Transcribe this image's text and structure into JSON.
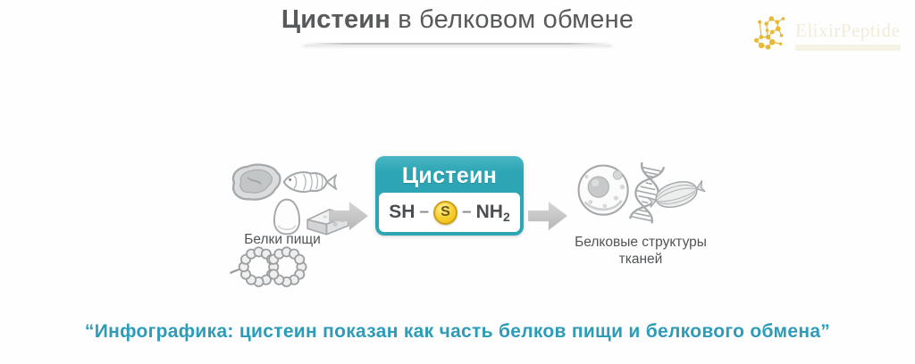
{
  "header": {
    "title_primary": "Цистеин",
    "title_secondary": " в белковом обмене"
  },
  "logo": {
    "brand": "ElixirPeptide",
    "icon": "molecule-icon"
  },
  "diagram": {
    "source": {
      "label": "Белки пищи",
      "icons": [
        "steak-icon",
        "fish-icon",
        "egg-icon",
        "cheese-icon",
        "protein-chain-icon"
      ]
    },
    "flow": {
      "arrow_icon": "right-arrow-icon"
    },
    "molecule": {
      "title": "Цистеин",
      "formula": {
        "left_group": "SH",
        "bond": "–",
        "sulfur": "S",
        "right_group": "NH",
        "right_subscript": "2"
      }
    },
    "target": {
      "label": "Белковые структуры тканей",
      "icons": [
        "cell-icon",
        "dna-icon",
        "muscle-icon"
      ]
    }
  },
  "caption": "“Инфографика: цистеин показан как часть белков пищи и белкового обмена”",
  "colors": {
    "teal": "#2da5b5",
    "sulfur_yellow": "#f5c81e",
    "caption_teal": "#2c9cb9",
    "title_gray": "#57595b",
    "icon_gray": "#a6a9ab",
    "logo_gold": "#e6b62a"
  }
}
